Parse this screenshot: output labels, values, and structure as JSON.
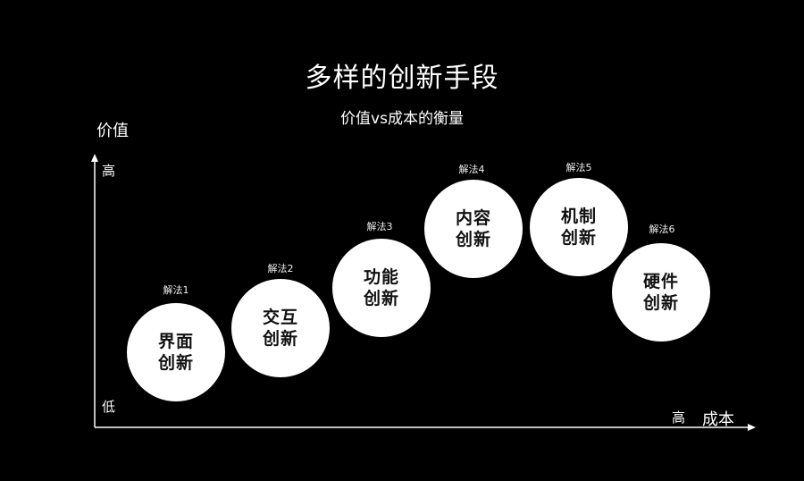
{
  "title": "多样的创新手段",
  "subtitle": "价值vs成本的衡量",
  "y_axis": {
    "title": "价值",
    "high": "高",
    "low": "低"
  },
  "x_axis": {
    "title": "成本",
    "high": "高"
  },
  "steps": [
    {
      "label": "解法1",
      "line1": "界面",
      "line2": "创新"
    },
    {
      "label": "解法2",
      "line1": "交互",
      "line2": "创新"
    },
    {
      "label": "解法3",
      "line1": "功能",
      "line2": "创新"
    },
    {
      "label": "解法4",
      "line1": "内容",
      "line2": "创新"
    },
    {
      "label": "解法5",
      "line1": "机制",
      "line2": "创新"
    },
    {
      "label": "解法6",
      "line1": "硬件",
      "line2": "创新"
    }
  ]
}
